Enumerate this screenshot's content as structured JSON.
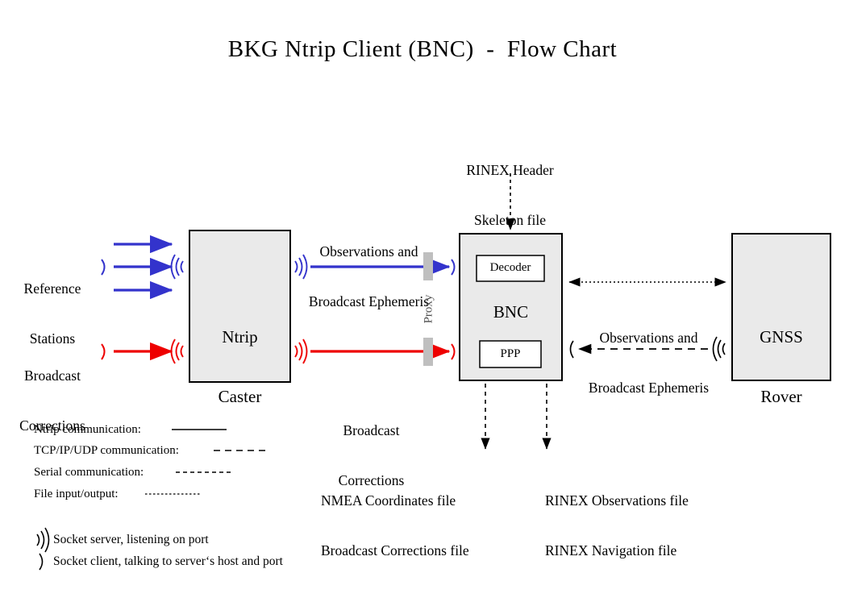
{
  "page": {
    "title": "BKG Ntrip Client (BNC)  -  Flow Chart",
    "background": "#ffffff"
  },
  "colors": {
    "ntrip_blue": "#3333cc",
    "broadcast_red": "#ee0000",
    "box_fill": "#eaeaea",
    "box_border": "#000000",
    "subbox_fill": "#ffffff",
    "proxy_bar": "#bfbfbf",
    "text": "#000000"
  },
  "nodes": {
    "reference_stations": {
      "line1": "Reference",
      "line2": "Stations"
    },
    "broadcast_corrections_src": {
      "line1": "Broadcast",
      "line2": "Corrections"
    },
    "ntrip_caster": {
      "line1": "Ntrip",
      "line2": "Caster"
    },
    "bnc": {
      "label": "BNC",
      "decoder": "Decoder",
      "ppp": "PPP"
    },
    "gnss_rover": {
      "line1": "GNSS",
      "line2": "Rover"
    },
    "proxy": {
      "label": "Proxy"
    }
  },
  "edge_labels": {
    "caster_to_bnc_top": {
      "line1": "Observations and",
      "line2": "Broadcast Ephemeris"
    },
    "caster_to_bnc_bottom": {
      "line1": "Broadcast",
      "line2": "Corrections"
    },
    "bnc_to_rover": {
      "line1": "Observations and",
      "line2": "Broadcast Ephemeris"
    },
    "rinex_skeleton": {
      "line1": "RINEX Header",
      "line2": "Skeleton file"
    },
    "nmea_files": {
      "line1": "NMEA Coordinates file",
      "line2": "Broadcast Corrections file"
    },
    "rinex_files": {
      "line1": "RINEX Observations file",
      "line2": "RINEX Navigation file"
    }
  },
  "legend": {
    "lines": [
      {
        "label": "Ntrip communication:",
        "style": "solid"
      },
      {
        "label": "TCP/IP/UDP communication:",
        "style": "long-dash"
      },
      {
        "label": "Serial communication:",
        "style": "medium-dash"
      },
      {
        "label": "File input/output:",
        "style": "fine-dot"
      }
    ],
    "sockets": [
      {
        "symbol": "socket-server-icon",
        "label": "Socket server, listening on port"
      },
      {
        "symbol": "socket-client-icon",
        "label": "Socket client, talking to server‘s host and port"
      }
    ]
  }
}
